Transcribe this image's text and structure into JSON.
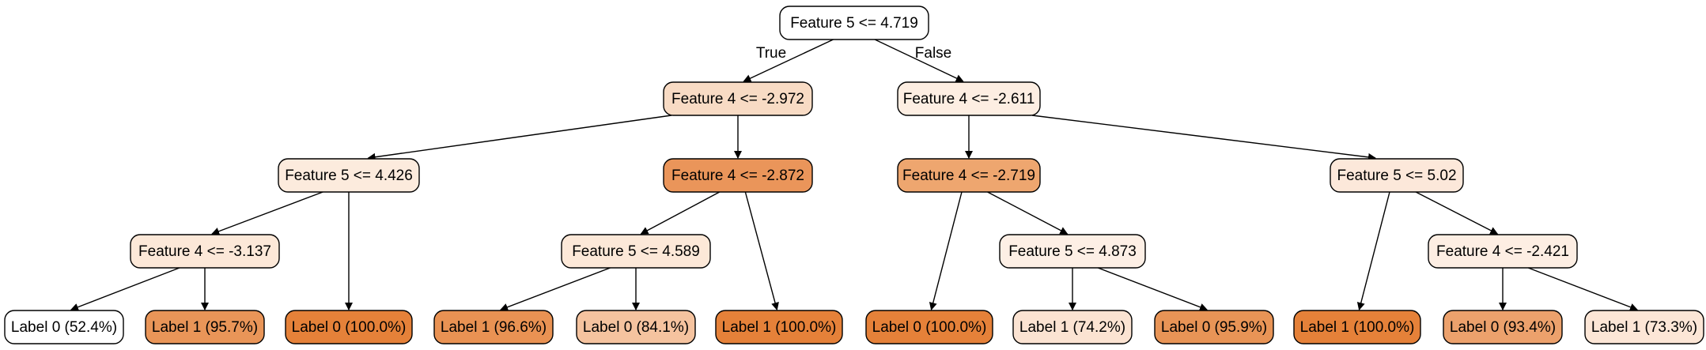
{
  "tree": {
    "nodes": [
      {
        "id": "n0",
        "label": "Feature 5 <= 4.719",
        "color": "#ffffff"
      },
      {
        "id": "n1",
        "label": "Feature 4 <= -2.972",
        "color": "#f8dbc4"
      },
      {
        "id": "n2",
        "label": "Feature 4 <= -2.611",
        "color": "#fdeee2"
      },
      {
        "id": "n3",
        "label": "Feature 5 <= 4.426",
        "color": "#fcebdd"
      },
      {
        "id": "n4",
        "label": "Feature 4 <= -2.872",
        "color": "#ea955a"
      },
      {
        "id": "n5",
        "label": "Feature 4 <= -2.719",
        "color": "#eea66f"
      },
      {
        "id": "n6",
        "label": "Feature 5 <= 5.02",
        "color": "#fce8da"
      },
      {
        "id": "n7",
        "label": "Feature 4 <= -3.137",
        "color": "#fce8d8"
      },
      {
        "id": "n8",
        "label": "Label 0 (100.0%)",
        "color": "#e58139"
      },
      {
        "id": "n9",
        "label": "Feature 5 <= 4.589",
        "color": "#fce8d8"
      },
      {
        "id": "n10",
        "label": "Label 1 (100.0%)",
        "color": "#e58139"
      },
      {
        "id": "n11",
        "label": "Label 0 (100.0%)",
        "color": "#e58139"
      },
      {
        "id": "n12",
        "label": "Feature 5 <= 4.873",
        "color": "#fdefe5"
      },
      {
        "id": "n13",
        "label": "Label 1 (100.0%)",
        "color": "#e58139"
      },
      {
        "id": "n14",
        "label": "Feature 4 <= -2.421",
        "color": "#fdeee3"
      },
      {
        "id": "n15",
        "label": "Label 0 (52.4%)",
        "color": "#ffffff"
      },
      {
        "id": "n16",
        "label": "Label 1 (95.7%)",
        "color": "#e99558"
      },
      {
        "id": "n17",
        "label": "Label 1 (96.6%)",
        "color": "#e99253"
      },
      {
        "id": "n18",
        "label": "Label 0 (84.1%)",
        "color": "#f5c39f"
      },
      {
        "id": "n19",
        "label": "Label 1 (74.2%)",
        "color": "#fbe3d2"
      },
      {
        "id": "n20",
        "label": "Label 0 (95.9%)",
        "color": "#e89456"
      },
      {
        "id": "n21",
        "label": "Label 0 (93.4%)",
        "color": "#eca16c"
      },
      {
        "id": "n22",
        "label": "Label 1 (73.3%)",
        "color": "#fce6d6"
      }
    ],
    "edges": [
      {
        "from": "n0",
        "to": "n1",
        "label": "True"
      },
      {
        "from": "n0",
        "to": "n2",
        "label": "False"
      },
      {
        "from": "n1",
        "to": "n3"
      },
      {
        "from": "n1",
        "to": "n4"
      },
      {
        "from": "n2",
        "to": "n5"
      },
      {
        "from": "n2",
        "to": "n6"
      },
      {
        "from": "n3",
        "to": "n7"
      },
      {
        "from": "n3",
        "to": "n8"
      },
      {
        "from": "n4",
        "to": "n9"
      },
      {
        "from": "n4",
        "to": "n10"
      },
      {
        "from": "n5",
        "to": "n11"
      },
      {
        "from": "n5",
        "to": "n12"
      },
      {
        "from": "n6",
        "to": "n13"
      },
      {
        "from": "n6",
        "to": "n14"
      },
      {
        "from": "n7",
        "to": "n15"
      },
      {
        "from": "n7",
        "to": "n16"
      },
      {
        "from": "n9",
        "to": "n17"
      },
      {
        "from": "n9",
        "to": "n18"
      },
      {
        "from": "n12",
        "to": "n19"
      },
      {
        "from": "n12",
        "to": "n20"
      },
      {
        "from": "n14",
        "to": "n21"
      },
      {
        "from": "n14",
        "to": "n22"
      }
    ]
  }
}
